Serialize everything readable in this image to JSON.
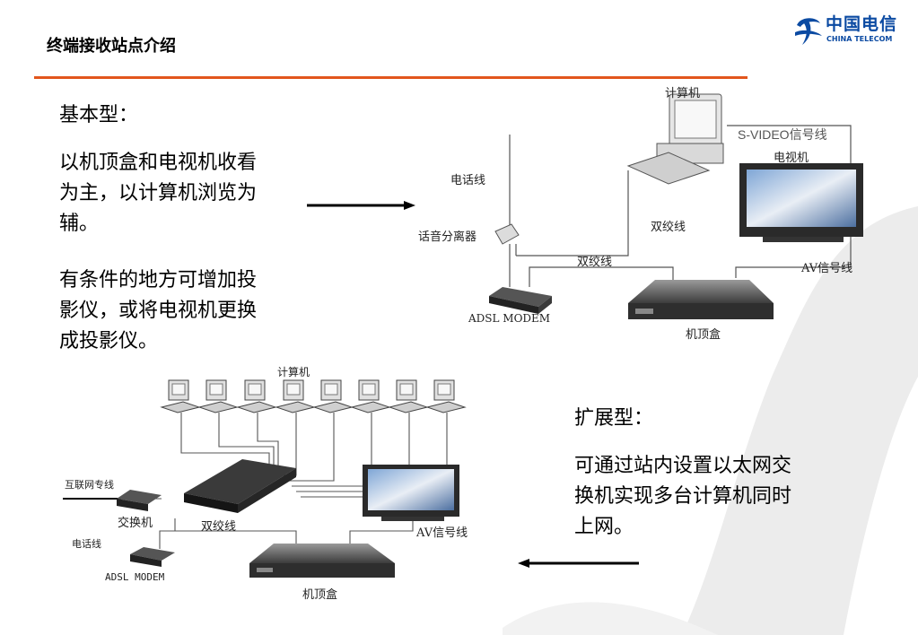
{
  "header": {
    "title": "终端接收站点介绍",
    "logo_cn": "中国电信",
    "logo_en": "CHINA TELECOM",
    "rule_color": "#e2561c",
    "brand_color": "#0b4aa2"
  },
  "basic": {
    "heading": "基本型：",
    "desc_lines": [
      "以机顶盒和电视机收看",
      "为主，以计算机浏览为",
      "辅。"
    ],
    "extra_lines": [
      "有条件的地方可增加投",
      "影仪，或将电视机更换",
      "成投影仪。"
    ]
  },
  "extended": {
    "heading": "扩展型：",
    "desc_lines": [
      "可通过站内设置以太网交",
      "换机实现多台计算机同时",
      "上网。"
    ]
  },
  "diagram1": {
    "computer": "计算机",
    "svideo": "S-VIDEO信号线",
    "tv": "电视机",
    "phone_line": "电话线",
    "twisted_pair_1": "双绞线",
    "splitter": "话音分离器",
    "twisted_pair_2": "双绞线",
    "av_line": "AV信号线",
    "modem": "ADSL MODEM",
    "stb": "机顶盒"
  },
  "diagram2": {
    "computers": "计算机",
    "internet_line": "互联网专线",
    "switch": "交换机",
    "twisted_pair": "双绞线",
    "av_line": "AV信号线",
    "phone_line": "电话线",
    "modem": "ADSL MODEM",
    "stb": "机顶盒"
  }
}
